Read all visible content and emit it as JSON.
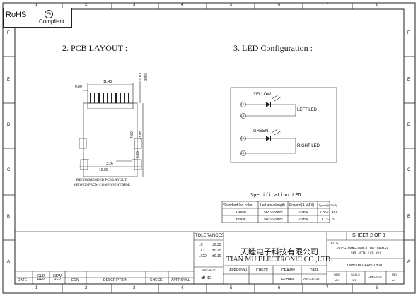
{
  "rohs": {
    "label": "RoHS",
    "compliant": "Compliant",
    "badge": "Pb"
  },
  "border": {
    "columns": [
      "1",
      "2",
      "3",
      "4",
      "5",
      "6",
      "7",
      "8"
    ],
    "rows": [
      "F",
      "E",
      "D",
      "C",
      "B",
      "A"
    ]
  },
  "pcb": {
    "title": "2. PCB LAYOUT :",
    "dims": {
      "d080": "0.80",
      "d1143": "11.43",
      "d210": "2.10",
      "d350": "3.50",
      "d460": "4.60",
      "d2305": "23.05",
      "d625": "6.25",
      "d326": "3.26",
      "d1680": "16.80"
    },
    "caption1": "RECOMMENDED PCB LAYOUT",
    "caption2": "VIEWED FROM COMPONENT SIDE"
  },
  "led": {
    "title": "3. LED Configuration :",
    "yellow": "YELLOW",
    "green": "GREEN",
    "left": "LEFT LED",
    "right": "RIGHT LED",
    "pins": [
      "L1",
      "L2",
      "L3",
      "L4"
    ]
  },
  "spec": {
    "title": "Specification LED",
    "headers": [
      "Standard led color",
      "Led wavelength",
      "Foward(A MAX)",
      "Typical(V TYP)"
    ],
    "rows": [
      [
        "Green",
        "565~580nm",
        "20mA",
        "1.85~2.45V"
      ],
      [
        "Yellow",
        "580~620nm",
        "20mA",
        "1.7~2.2V"
      ]
    ]
  },
  "titleblock": {
    "sheet": "SHEET  2  OF  3",
    "tol_title": "TOLERANCES",
    "tol_rows": [
      [
        ".X",
        "±0.30"
      ],
      [
        ".XX",
        "±0.25"
      ],
      [
        ".XXX",
        "±0.10"
      ]
    ],
    "project": "PROJECT",
    "company_cn": "天睦电子科技有限公司",
    "company_en": "TIAN MU ELECTRONIC CO.,LTD.",
    "title_label": "TITLE",
    "title1": "RJ45+TRANSFORMER 10/100BASE",
    "title2": "SMT WITH LED Y/G",
    "part": "TMB11BD2AAB01B007",
    "approval": "APPROVAL",
    "check": "CHECK",
    "drawn": "DRAWN",
    "date": "DATA",
    "drawn_by": "ETHAN",
    "drawn_date": "2019-03-07",
    "unit_l": "UNIT",
    "unit_v": "MM",
    "scale_l": "SCALE",
    "scale_v": "1/1",
    "checked_l": "CHECKED",
    "rev_l": "REV",
    "rev_v": "A4",
    "rev_headers": [
      "DATE",
      "OLD REV",
      "NEW REV",
      "ECN",
      "DESCRIPTION",
      "CHECK",
      "APPROVAL"
    ]
  }
}
